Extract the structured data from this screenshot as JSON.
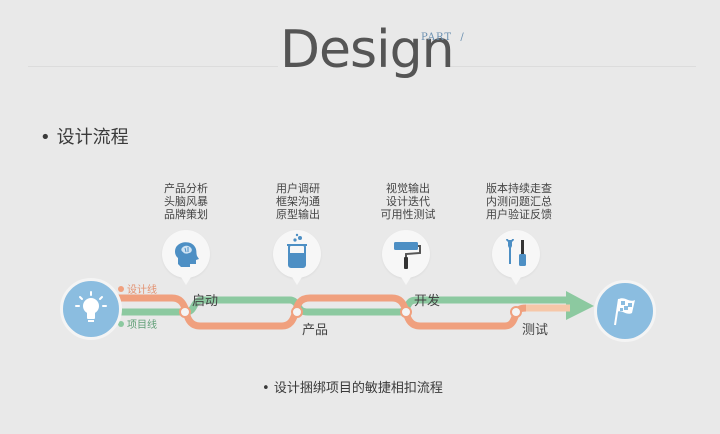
{
  "header": {
    "title": "Design",
    "part_label": "PART  /"
  },
  "section": {
    "bullet": "•",
    "title": "设计流程"
  },
  "steps": [
    {
      "lines": [
        "产品分析",
        "头脑风暴",
        "品牌策划"
      ],
      "icon": "head-brain-icon"
    },
    {
      "lines": [
        "用户调研",
        "框架沟通",
        "原型输出"
      ],
      "icon": "beaker-icon"
    },
    {
      "lines": [
        "视觉输出",
        "设计迭代",
        "可用性测试"
      ],
      "icon": "paint-roller-icon"
    },
    {
      "lines": [
        "版本持续走查",
        "内测问题汇总",
        "用户验证反馈"
      ],
      "icon": "tools-icon"
    }
  ],
  "lines": {
    "design": {
      "label": "设计线",
      "color": "#f0a07e"
    },
    "project": {
      "label": "项目线",
      "color": "#8cc9a0"
    }
  },
  "stages": {
    "start": "启动",
    "product": "产品",
    "develop": "开发",
    "test": "测试"
  },
  "endpoints": {
    "start_icon": "lightbulb-icon",
    "end_icon": "checkered-flag-icon"
  },
  "footer": {
    "bullet": "•",
    "note": "设计捆绑项目的敏捷相扣流程"
  },
  "colors": {
    "blue": "#8bbde0",
    "orange": "#f0a07e",
    "green": "#8cc9a0",
    "text": "#444444"
  }
}
